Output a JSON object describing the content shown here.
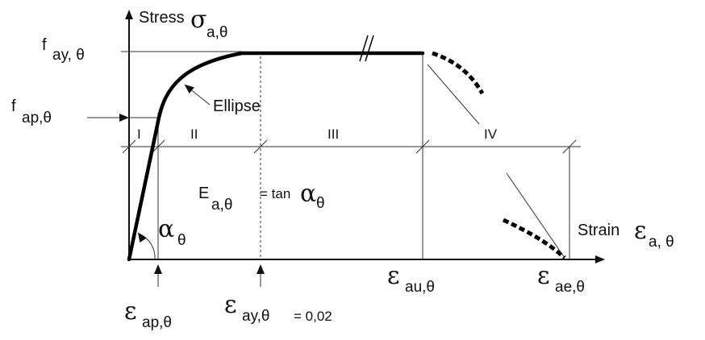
{
  "axes": {
    "y_word": "Stress",
    "y_symbol": "σ",
    "y_sub": "a,θ",
    "x_word": "Strain",
    "x_symbol": "ε",
    "x_sub": "a, θ"
  },
  "levels": {
    "fay_main": "f",
    "fay_sub": "ay, θ",
    "fap_main": "f",
    "fap_sub": "ap,θ"
  },
  "regions": [
    "I",
    "II",
    "III",
    "IV"
  ],
  "ellipse_label": "Ellipse",
  "modulus": {
    "main": "E",
    "sub": "a,θ",
    "eq": "= tan",
    "alpha": "α",
    "alpha_sub": "θ"
  },
  "angle": {
    "alpha": "α",
    "sub": "θ"
  },
  "strain_labels": {
    "eap_sym": "ε",
    "eap_sub": "ap,θ",
    "eay_sym": "ε",
    "eay_sub": "ay,θ",
    "eay_value": "= 0,02",
    "eau_sym": "ε",
    "eau_sub": "au,θ",
    "eae_sym": "ε",
    "eae_sub": "ae,θ"
  },
  "colors": {
    "ink": "#111111",
    "background": "#ffffff"
  }
}
